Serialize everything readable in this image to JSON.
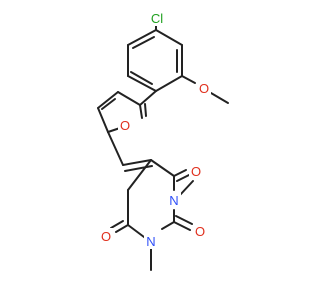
{
  "molecule": {
    "atom_labels": {
      "chlorine": "Cl",
      "furan_oxygen": "O",
      "methoxy_oxygen": "O",
      "carbonyl_oxygen_top": "O",
      "carbonyl_oxygen_right": "O",
      "carbonyl_oxygen_left": "O",
      "nitrogen_right": "N",
      "nitrogen_bottom": "N"
    },
    "colors": {
      "bond": "#222222",
      "oxygen": "#e0301e",
      "nitrogen": "#3050f8",
      "chlorine": "#1fa01f"
    }
  }
}
